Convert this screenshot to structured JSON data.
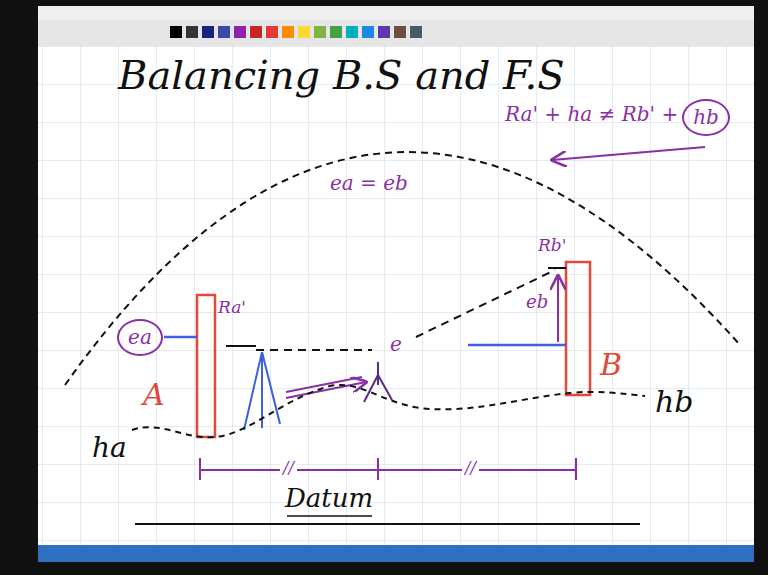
{
  "diagram": {
    "title": "Balancing B.S and F.S",
    "nodes": [
      {
        "text": [
          "ea"
        ]
      },
      {
        "text": [
          "hb"
        ]
      }
    ],
    "labels": [
      "Ra' + ha ≠ Rb' +",
      "ea = eb",
      "Ra'",
      "Rb'",
      "e",
      "eb",
      "A",
      "B",
      "ha",
      "hb",
      "//",
      "//",
      "Datum"
    ]
  }
}
